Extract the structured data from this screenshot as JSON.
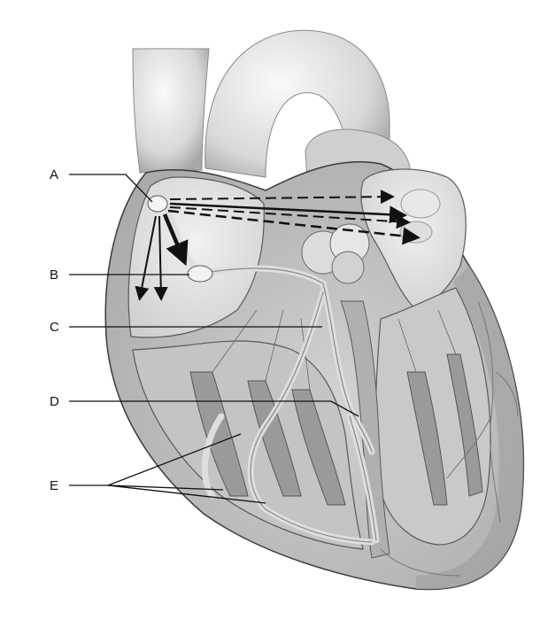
{
  "diagram": {
    "labels": [
      {
        "id": "A",
        "text": "A"
      },
      {
        "id": "B",
        "text": "B"
      },
      {
        "id": "C",
        "text": "C"
      },
      {
        "id": "D",
        "text": "D"
      },
      {
        "id": "E",
        "text": "E"
      }
    ]
  },
  "colors": {
    "tissue_light": "#e4e4e4",
    "tissue_mid": "#bdbdbd",
    "tissue_dark": "#8a8a8a",
    "outline": "#3a3a3a",
    "leader_line": "#111111",
    "arrow": "#111111"
  }
}
